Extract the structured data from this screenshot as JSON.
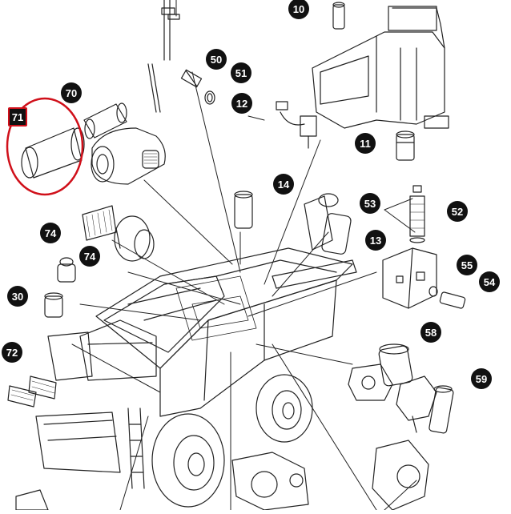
{
  "diagram": {
    "callouts": [
      {
        "id": "c10",
        "label": "10"
      },
      {
        "id": "c50",
        "label": "50"
      },
      {
        "id": "c51",
        "label": "51"
      },
      {
        "id": "c70",
        "label": "70"
      },
      {
        "id": "c71",
        "label": "71"
      },
      {
        "id": "c12",
        "label": "12"
      },
      {
        "id": "c11",
        "label": "11"
      },
      {
        "id": "c14",
        "label": "14"
      },
      {
        "id": "c53",
        "label": "53"
      },
      {
        "id": "c52",
        "label": "52"
      },
      {
        "id": "c74a",
        "label": "74"
      },
      {
        "id": "c13",
        "label": "13"
      },
      {
        "id": "c74b",
        "label": "74"
      },
      {
        "id": "c55",
        "label": "55"
      },
      {
        "id": "c54",
        "label": "54"
      },
      {
        "id": "c30",
        "label": "30"
      },
      {
        "id": "c58",
        "label": "58"
      },
      {
        "id": "c72",
        "label": "72"
      },
      {
        "id": "c59",
        "label": "59"
      }
    ],
    "highlight_color": "#d0101a",
    "line_color": "#222222"
  }
}
